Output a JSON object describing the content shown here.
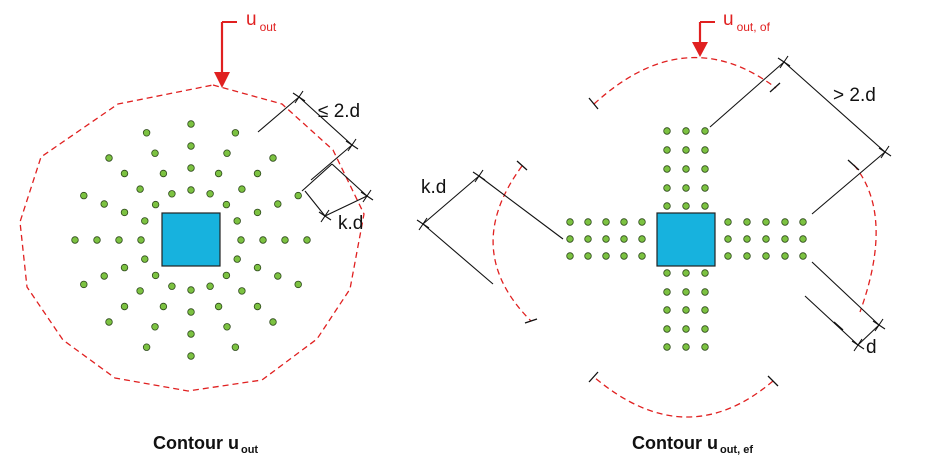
{
  "left_figure": {
    "arrow_label": {
      "main": "u",
      "sub": "out"
    },
    "dim_max": "≤ 2.d",
    "dim_k": "k.d",
    "caption": {
      "main": "Contour u",
      "sub": "out"
    }
  },
  "right_figure": {
    "arrow_label": {
      "main": "u",
      "sub": "out, of"
    },
    "dim_min": "> 2.d",
    "dim_k": "k.d",
    "dim_d": "d",
    "caption": {
      "main": "Contour u",
      "sub": "out, ef"
    }
  },
  "colors": {
    "column": "#17b2de",
    "column_stroke": "#222222",
    "reinforcement": "#7cc241",
    "reinforcement_stroke": "#2e4a1c",
    "contour": "#e02020",
    "arrow": "#e02020",
    "dimension": "#111111"
  }
}
